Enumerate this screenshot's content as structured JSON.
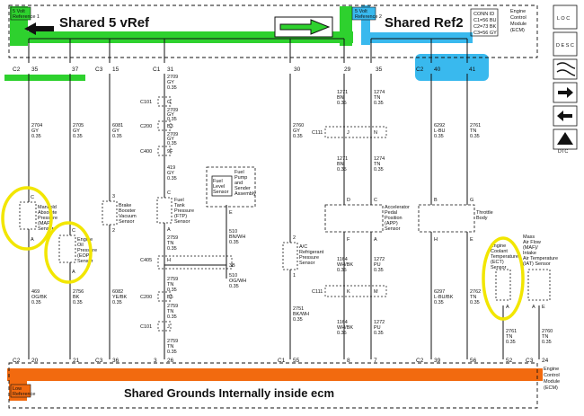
{
  "annotations": {
    "shared_vref": "Shared 5 vRef",
    "shared_ref2": "Shared Ref2",
    "shared_grounds": "Shared Grounds Internally inside ecm"
  },
  "ecm_top": {
    "ref1_label_1": "5 Volt",
    "ref1_label_2": "Reference 1",
    "ref2_label_1": "5 Volt",
    "ref2_label_2": "Reference 2",
    "conn_id_title": "CONN ID",
    "conn_c1": "C1=56 BU",
    "conn_c2": "C2=73 BK",
    "conn_c3": "C3=56 GY",
    "ecm_1": "Engine",
    "ecm_2": "Control",
    "ecm_3": "Module",
    "ecm_4": "(ECM)"
  },
  "ecm_bottom": {
    "low_ref_1": "Low",
    "low_ref_2": "Reference",
    "ecm_1": "Engine",
    "ecm_2": "Control",
    "ecm_3": "Module",
    "ecm_4": "(ECM)"
  },
  "top_pins": {
    "c2": "C2",
    "p35": "35",
    "p37": "37",
    "c3": "C3",
    "p15": "15",
    "c1": "C1",
    "p31": "31",
    "p30": "30",
    "p29": "29",
    "p35b": "35",
    "c2b": "C2",
    "p40": "40",
    "p41": "41"
  },
  "bottom_pins": {
    "c2": "C2",
    "p20": "20",
    "p21": "21",
    "c3": "C3",
    "p36": "36",
    "p3": "3",
    "p26": "26",
    "c1": "C1",
    "p55": "55",
    "p8": "8",
    "p7": "7",
    "c2b": "C2",
    "p39": "39",
    "p56": "56",
    "p52": "52",
    "c3b": "C3",
    "p24": "24"
  },
  "wires_top": {
    "w2704": "2704",
    "gy1": "GY",
    "a1": "0.35",
    "w2705": "2705",
    "gy2": "GY",
    "a2": "0.35",
    "w6081": "6081",
    "gy3": "GY",
    "a3": "0.35",
    "w2709a": "2709",
    "gy4": "GY",
    "a4": "0.35",
    "c101_a": "C101",
    "c101_a_pin": "G",
    "w2709b": "2709",
    "gy5": "GY",
    "a5": "0.35",
    "c200_a": "C200",
    "c200_a_pin": "B3",
    "w2709c": "2709",
    "gy6": "GY",
    "a6": "0.35",
    "c400_a": "C400",
    "c400_a_pin": "9F",
    "w419": "419",
    "gy7": "GY",
    "a7": "0.35",
    "w2760": "2760",
    "gy8": "GY",
    "a8": "0.35",
    "w1271a": "1271",
    "bn1": "BN",
    "a9": "0.35",
    "w1274a": "1274",
    "tn1": "TN",
    "a10": "0.35",
    "c111_a": "C111",
    "pin_j": "J",
    "pin_n": "N",
    "w1271b": "1271",
    "bn2": "BN",
    "a11": "0.35",
    "w1274b": "1274",
    "tn2": "TN",
    "a12": "0.35",
    "w6292": "6292",
    "lbu": "L-BU",
    "a13": "0.35",
    "w2761": "2761",
    "tn3": "TN",
    "a14": "0.35"
  },
  "components": {
    "map_1": "Manifold",
    "map_2": "Absolute",
    "map_3": "Pressure",
    "map_4": "(MAP)",
    "map_5": "Sensor",
    "map_pin_c": "C",
    "map_pin_a": "A",
    "eop_1": "Engine",
    "eop_2": "Oil",
    "eop_3": "Pressure",
    "eop_4": "(EOP)",
    "eop_5": "Sensor",
    "eop_pin_c": "C",
    "eop_pin_a": "A",
    "bbv_1": "Brake",
    "bbv_2": "Booster",
    "bbv_3": "Vacuum",
    "bbv_4": "Sensor",
    "bbv_pin_3": "3",
    "bbv_pin_2": "2",
    "ftp_1": "Fuel",
    "ftp_2": "Tank",
    "ftp_3": "Pressure",
    "ftp_4": "(FTP)",
    "ftp_5": "Sensor",
    "ftp_pin_c": "C",
    "ftp_pin_a": "A",
    "fls_1": "Fuel",
    "fls_2": "Level",
    "fls_3": "Sensor",
    "fpa_1": "Fuel",
    "fpa_2": "Pump",
    "fpa_3": "and",
    "fpa_4": "Sender",
    "fpa_5": "Assembly",
    "fls_pin_e": "E",
    "acr_1": "A/C",
    "acr_2": "Refrigerant",
    "acr_3": "Pressure",
    "acr_4": "Sensor",
    "acr_pin_2": "2",
    "acr_pin_1": "1",
    "app_1": "Accelerator",
    "app_2": "Pedal",
    "app_3": "Position",
    "app_4": "(APP)",
    "app_5": "Sensor",
    "app_pin_d": "D",
    "app_pin_c": "C",
    "app_pin_f": "F",
    "app_pin_a": "A",
    "tb_1": "Throttle",
    "tb_2": "Body",
    "tb_pin_b": "B",
    "tb_pin_g": "G",
    "tb_pin_h": "H",
    "tb_pin_e": "E",
    "ect_1": "Engine",
    "ect_2": "Coolant",
    "ect_3": "Temperature",
    "ect_4": "(ECT)",
    "ect_5": "Sensor",
    "ect_pin_a": "A",
    "maf_1": "Mass",
    "maf_2": "Air Flow",
    "maf_3": "(MAF)/",
    "maf_4": "Intake",
    "maf_5": "Air Temperature",
    "maf_6": "(IAT) Sensor",
    "maf_pin_a": "A",
    "maf_pin_e": "E"
  },
  "wires_bottom": {
    "w510a": "510",
    "bnwh_a": "BN/WH",
    "b1": "0.35",
    "c405": "C405",
    "pin_h": "H",
    "pin_3b": "3B",
    "w510b": "510",
    "ogwh": "OG/WH",
    "b2": "0.35",
    "w2759a": "2759",
    "tn_a": "TN",
    "b3": "0.35",
    "w2759b": "2759",
    "tn_b": "TN",
    "b4": "0.35",
    "c200_b": "C200",
    "c200_b_pin": "B5",
    "w2759c": "2759",
    "tn_c": "TN",
    "b5": "0.35",
    "c101_b": "C101",
    "c101_b_pin": "J",
    "w2759d": "2759",
    "tn_d": "TN",
    "b6": "0.35",
    "w469": "469",
    "ogbk": "OG/BK",
    "b7": "0.35",
    "w2756": "2756",
    "bk": "BK",
    "b8": "0.35",
    "w6082": "6082",
    "yebk": "YE/BK",
    "b9": "0.35",
    "w2751": "2751",
    "bkwh": "BK/WH",
    "b10": "0.35",
    "w1164a": "1164",
    "whbk_a": "WH/BK",
    "b11": "0.35",
    "w1272a": "1272",
    "pu_a": "PU",
    "b12": "0.35",
    "c111_b": "C111",
    "pin_k": "K",
    "pin_m": "M",
    "w1164b": "1164",
    "whbk_b": "WH/BK",
    "b13": "0.35",
    "w1272b": "1272",
    "pu_b": "PU",
    "b14": "0.35",
    "w6297": "6297",
    "lbubk": "L-BU/BK",
    "b15": "0.35",
    "w2762": "2762",
    "tn_e": "TN",
    "b16": "0.35",
    "w2761b": "2761",
    "tn_f": "TN",
    "b17": "0.35",
    "w2760b": "2760",
    "tn_g": "TN",
    "b18": "0.35"
  },
  "legend_icons": {
    "loc": "L O C",
    "desc": "D E S C",
    "dtc": "DTC"
  },
  "colors": {
    "green_highlight": "#2ed12e",
    "blue_highlight": "#39b9ee",
    "yellow_circle": "#f2e600",
    "orange_highlight": "#f26a0f"
  }
}
